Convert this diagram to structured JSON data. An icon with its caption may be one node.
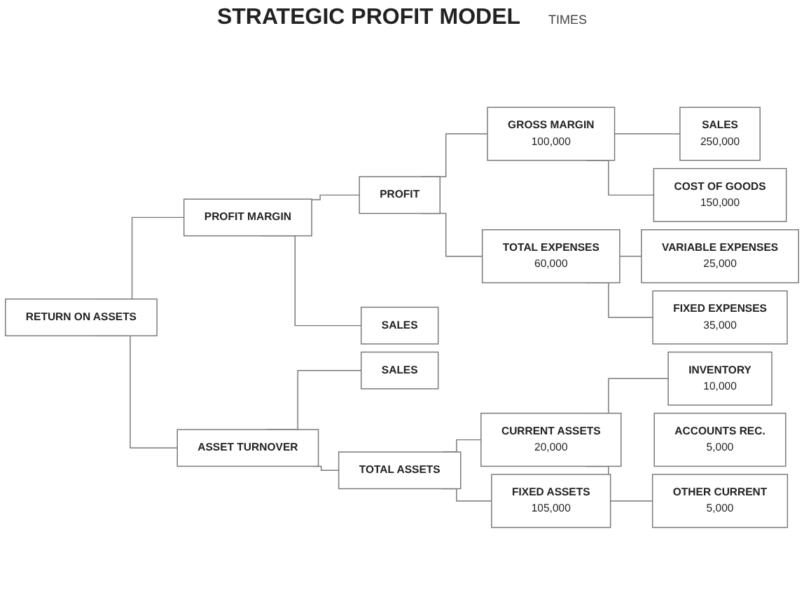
{
  "diagram": {
    "title": "STRATEGIC PROFIT MODEL",
    "nodes": [
      {
        "text": [
          "RETURN ON ASSETS"
        ]
      },
      {
        "text": [
          "PROFIT MARGIN"
        ]
      },
      {
        "text": [
          "ASSET TURNOVER"
        ]
      },
      {
        "text": [
          "PROFIT"
        ]
      },
      {
        "text": [
          "SALES"
        ]
      },
      {
        "text": [
          "GROSS MARGIN",
          "100,000"
        ]
      },
      {
        "text": [
          "TOTAL EXPENSES",
          "60,000"
        ]
      },
      {
        "text": [
          "SALES",
          "250,000"
        ]
      },
      {
        "text": [
          "COST OF GOODS",
          "150,000"
        ]
      },
      {
        "text": [
          "VARIABLE EXPENSES",
          "25,000"
        ]
      },
      {
        "text": [
          "FIXED EXPENSES",
          "35,000"
        ]
      },
      {
        "text": [
          "SALES"
        ]
      },
      {
        "text": [
          "TOTAL ASSETS"
        ]
      },
      {
        "text": [
          "CURRENT ASSETS",
          "20,000"
        ]
      },
      {
        "text": [
          "FIXED ASSETS",
          "105,000"
        ]
      },
      {
        "text": [
          "INVENTORY",
          "10,000"
        ]
      },
      {
        "text": [
          "ACCOUNTS REC.",
          "5,000"
        ]
      },
      {
        "text": [
          "OTHER CURRENT",
          "5,000"
        ]
      }
    ],
    "edges": [
      {
        "from": 0,
        "to": 1,
        "arrow": "none"
      },
      {
        "from": 0,
        "to": 2,
        "arrow": "none"
      },
      {
        "from": 1,
        "to": 3,
        "arrow": "none"
      },
      {
        "from": 1,
        "to": 4,
        "arrow": "none"
      },
      {
        "from": 3,
        "to": 5,
        "arrow": "none"
      },
      {
        "from": 3,
        "to": 6,
        "arrow": "none"
      },
      {
        "from": 5,
        "to": 7,
        "arrow": "none"
      },
      {
        "from": 5,
        "to": 8,
        "arrow": "none"
      },
      {
        "from": 6,
        "to": 9,
        "arrow": "none"
      },
      {
        "from": 6,
        "to": 10,
        "arrow": "none"
      },
      {
        "from": 2,
        "to": 11,
        "arrow": "none"
      },
      {
        "from": 2,
        "to": 12,
        "arrow": "none"
      },
      {
        "from": 12,
        "to": 13,
        "arrow": "none"
      },
      {
        "from": 12,
        "to": 14,
        "arrow": "none"
      },
      {
        "from": 13,
        "to": 15,
        "arrow": "none"
      },
      {
        "from": 13,
        "to": 17,
        "arrow": "none"
      }
    ],
    "labels": [
      "TIMES"
    ]
  }
}
